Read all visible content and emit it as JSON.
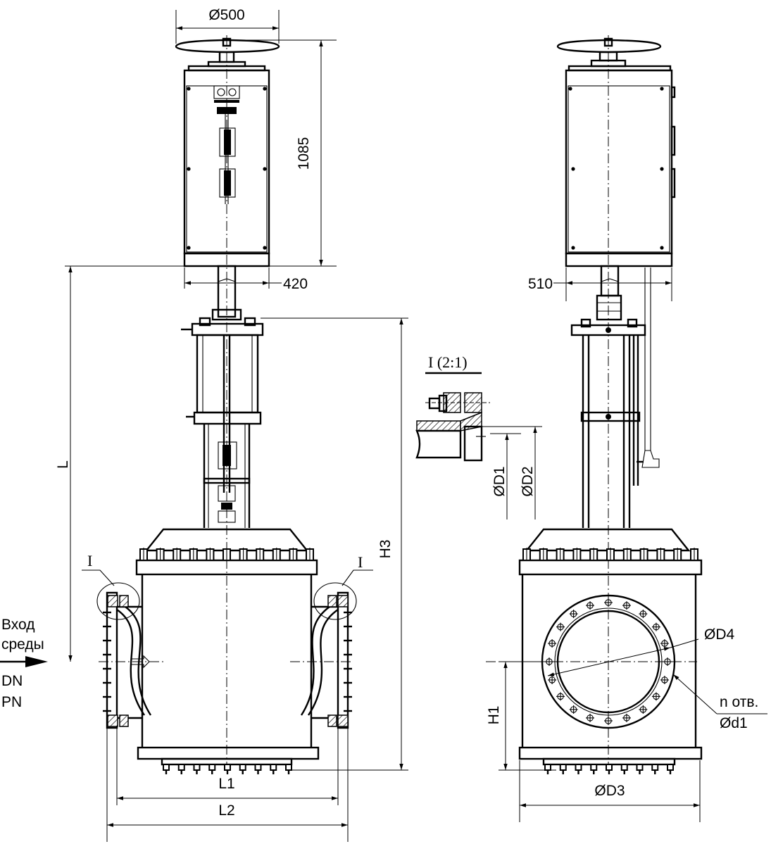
{
  "labels": {
    "d500": "Ø500",
    "h1085": "1085",
    "w420": "420",
    "w510": "510",
    "L": "L",
    "H3": "H3",
    "mark_left": "I",
    "mark_right": "I",
    "detail_title": "I (2:1)",
    "D1": "ØD1",
    "D2": "ØD2",
    "inlet_line1": "Вход",
    "inlet_line2": "среды",
    "DN": "DN",
    "PN": "PN",
    "L1": "L1",
    "L2": "L2",
    "D4": "ØD4",
    "holes_line1": "n отв.",
    "holes_line2": "Ød1",
    "H1": "H1",
    "D3": "ØD3"
  },
  "colors": {
    "line": "#000000",
    "background": "#ffffff"
  }
}
